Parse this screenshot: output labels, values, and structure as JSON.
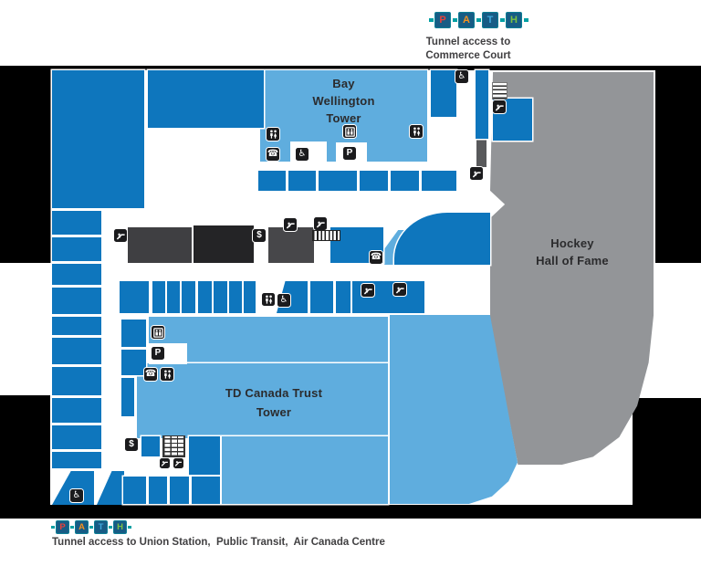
{
  "logo": {
    "letters": [
      "P",
      "A",
      "T",
      "H"
    ],
    "tile_bg": "#175c85",
    "dash_color": "#00a0a3",
    "letter_colors": {
      "P": "#e8403a",
      "A": "#f6921e",
      "T": "#3fa9dc",
      "H": "#7cc142"
    }
  },
  "header": {
    "note_line1": "Tunnel access to",
    "note_line2": "Commerce Court"
  },
  "footer": {
    "note": "Tunnel access to Union Station,  Public Transit,  Air Canada Centre"
  },
  "buildings": {
    "bay_wellington_tower": {
      "label_line1": "Bay",
      "label_line2": "Wellington",
      "label_line3": "Tower"
    },
    "td_canada_trust_tower": {
      "label_line1": "TD Canada Trust",
      "label_line2": "Tower"
    },
    "hockey_hall_of_fame": {
      "label_line1": "Hockey",
      "label_line2": "Hall of Fame"
    }
  },
  "icons": {
    "phone": "☎",
    "wheelchair": "♿",
    "parking": "P",
    "currency": "$",
    "washroom": "two-person-glyph",
    "elevator": "box-with-two-people-glyph",
    "escalator": "person-on-diagonal-glyph",
    "stairs": "stair-tread-grid"
  },
  "colors": {
    "path_retail_blue": "#0e76bd",
    "tower_light_blue": "#5fadde",
    "building_gray": "#939598",
    "kiosk_dark_gray": "#3f3f42",
    "outside_black": "#000000"
  }
}
